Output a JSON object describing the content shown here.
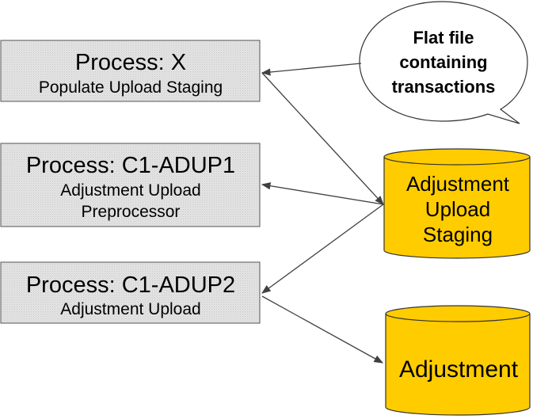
{
  "processes": [
    {
      "title": "Process: X",
      "lines": [
        "Populate Upload Staging"
      ]
    },
    {
      "title": "Process: C1-ADUP1",
      "lines": [
        "Adjustment Upload",
        "Preprocessor"
      ]
    },
    {
      "title": "Process: C1-ADUP2",
      "lines": [
        "Adjustment Upload"
      ]
    }
  ],
  "callout": {
    "lines": [
      "Flat file",
      "containing",
      "transactions"
    ]
  },
  "stores": [
    {
      "lines": [
        "Adjustment",
        "Upload",
        "Staging"
      ]
    },
    {
      "lines": [
        "Adjustment"
      ]
    }
  ],
  "colors": {
    "process_fill": "#e0e0e0",
    "store_fill": "#ffcc00",
    "store_stroke": "#333333",
    "arrow": "#404040"
  }
}
